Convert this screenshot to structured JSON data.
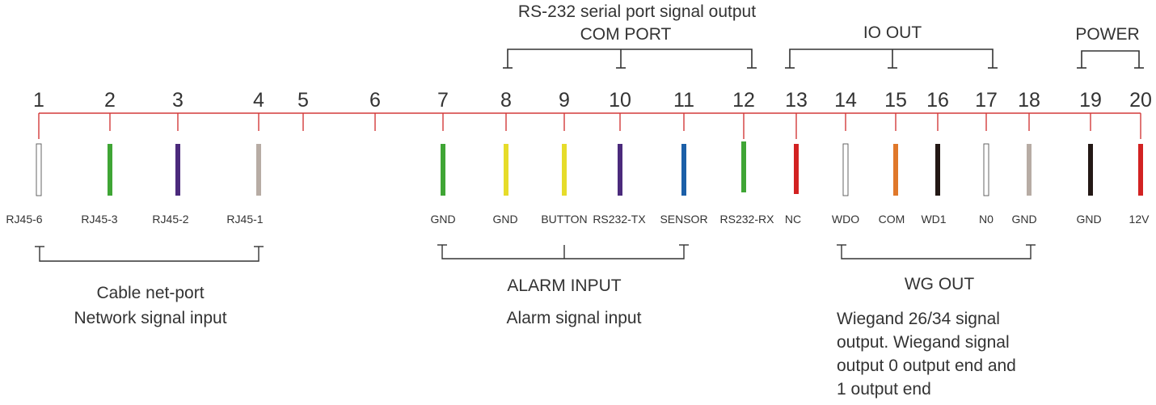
{
  "colors": {
    "rail": "#d33a3a",
    "bracket": "#333333",
    "text": "#333333"
  },
  "pins": [
    {
      "num": "1",
      "label": "RJ45-6",
      "color": "#ffffff",
      "outline": true
    },
    {
      "num": "2",
      "label": "RJ45-3",
      "color": "#3fa535"
    },
    {
      "num": "3",
      "label": "RJ45-2",
      "color": "#4b2a7c"
    },
    {
      "num": "4",
      "label": "RJ45-1",
      "color": "#b7aca4"
    },
    {
      "num": "5",
      "label": "",
      "color": null
    },
    {
      "num": "6",
      "label": "",
      "color": null
    },
    {
      "num": "7",
      "label": "GND",
      "color": "#3fa535"
    },
    {
      "num": "8",
      "label": "GND",
      "color": "#e6dc2a"
    },
    {
      "num": "9",
      "label": "BUTTON",
      "color": "#e6dc2a"
    },
    {
      "num": "10",
      "label": "RS232-TX",
      "color": "#4b2a7c"
    },
    {
      "num": "11",
      "label": "SENSOR",
      "color": "#1b5fa8"
    },
    {
      "num": "12",
      "label": "RS232-RX",
      "color": "#3fa535"
    },
    {
      "num": "13",
      "label": "NC",
      "color": "#d22222"
    },
    {
      "num": "14",
      "label": "WDO",
      "color": "#ffffff",
      "outline": true
    },
    {
      "num": "15",
      "label": "COM",
      "color": "#e0782a"
    },
    {
      "num": "16",
      "label": "WD1",
      "color": "#231815"
    },
    {
      "num": "17",
      "label": "N0",
      "color": "#ffffff",
      "outline": true
    },
    {
      "num": "18",
      "label": "GND",
      "color": "#b7aca4"
    },
    {
      "num": "19",
      "label": "GND",
      "color": "#231815"
    },
    {
      "num": "20",
      "label": "12V",
      "color": "#d22222"
    }
  ],
  "groups": {
    "com_port": {
      "title_line1": "RS-232 serial port signal output",
      "title_line2": "COM PORT"
    },
    "io_out": {
      "title": "IO OUT"
    },
    "power": {
      "title": "POWER"
    },
    "network": {
      "line1": "Cable net-port",
      "line2": "Network signal input"
    },
    "alarm": {
      "title": "ALARM INPUT",
      "desc": "Alarm signal input"
    },
    "wg_out": {
      "title": "WG OUT",
      "desc_line1": "Wiegand 26/34 signal",
      "desc_line2": "output. Wiegand signal",
      "desc_line3": "output 0 output end and",
      "desc_line4": "1 output end"
    }
  }
}
